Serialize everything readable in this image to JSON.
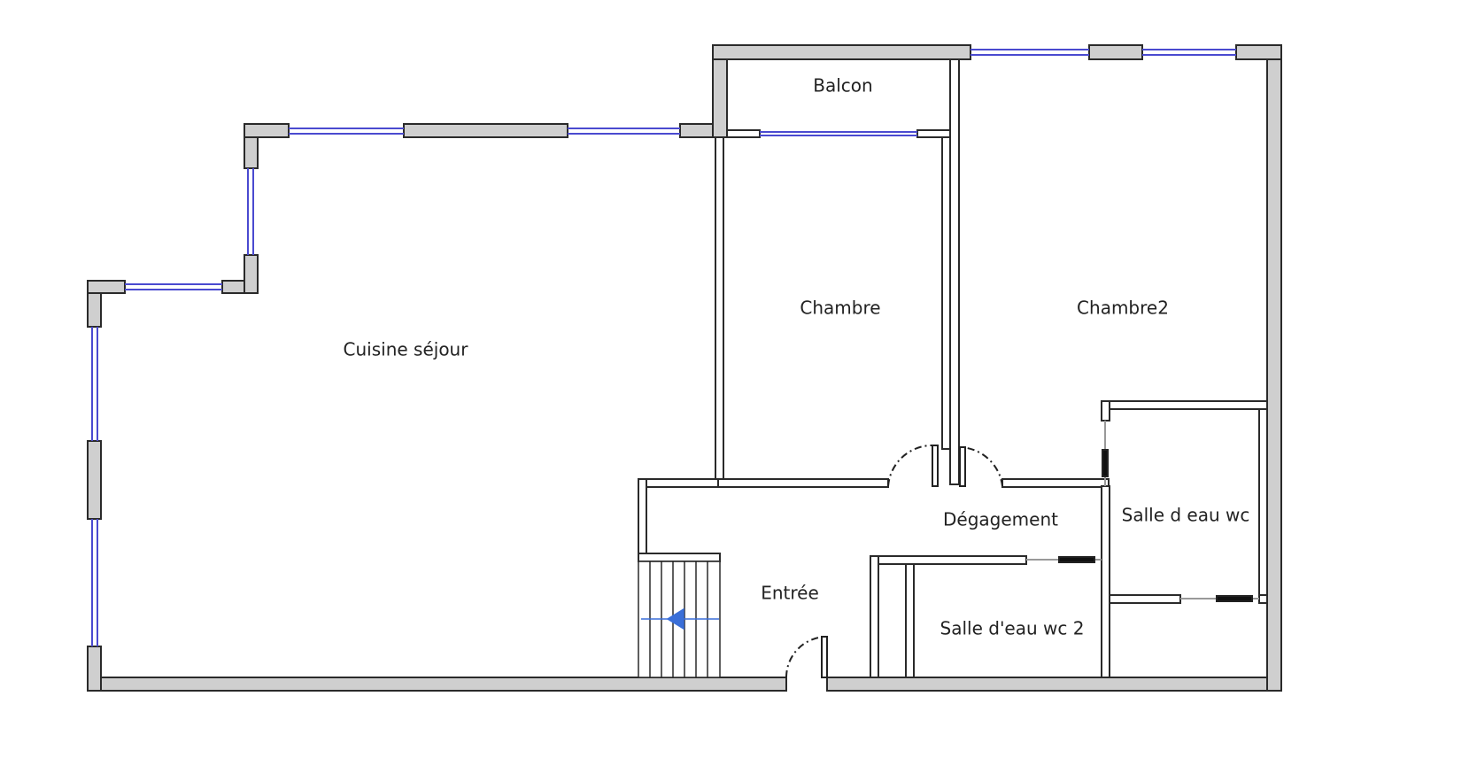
{
  "colors": {
    "background": "#ffffff",
    "wall_fill": "#cfcfcf",
    "wall_stroke": "#2a2a2a",
    "window": "#4a4ad0",
    "door_swing": "#222222",
    "stair_arrow": "#3a6fd8"
  },
  "rooms": [
    {
      "id": "cuisine",
      "label": "Cuisine séjour"
    },
    {
      "id": "balcon",
      "label": "Balcon"
    },
    {
      "id": "chambre",
      "label": "Chambre"
    },
    {
      "id": "chambre2",
      "label": "Chambre2"
    },
    {
      "id": "degagement",
      "label": "Dégagement"
    },
    {
      "id": "entree",
      "label": "Entrée"
    },
    {
      "id": "sdewc",
      "label": "Salle d eau wc"
    },
    {
      "id": "sdewc2",
      "label": "Salle d'eau wc 2"
    }
  ]
}
